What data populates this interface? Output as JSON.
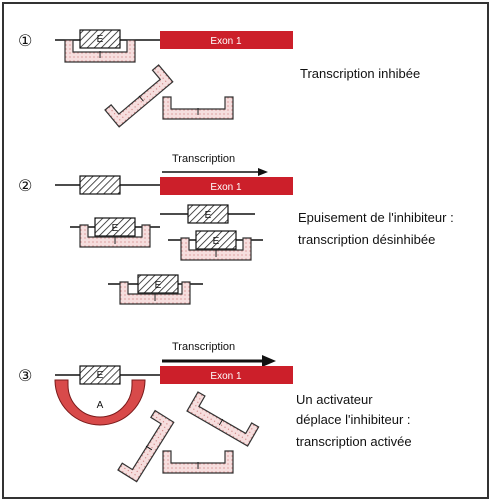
{
  "steps": [
    {
      "number": "①",
      "caption_lines": [
        "Transcription inhibée"
      ]
    },
    {
      "number": "②",
      "arrow_label": "Transcription",
      "caption_lines": [
        "Epuisement de l'inhibiteur :",
        "transcription désinhibée"
      ]
    },
    {
      "number": "③",
      "arrow_label": "Transcription",
      "caption_lines": [
        "Un activateur",
        "déplace l'inhibiteur :",
        "transcription activée"
      ]
    }
  ],
  "labels": {
    "exon": "Exon 1",
    "enhancer": "E",
    "inhibitor": "I",
    "activator": "A"
  },
  "colors": {
    "exon": "#cc1f2a",
    "inhibitor_fill": "#f3d6d6",
    "activator": "#d84a4a",
    "frame": "#333333"
  }
}
